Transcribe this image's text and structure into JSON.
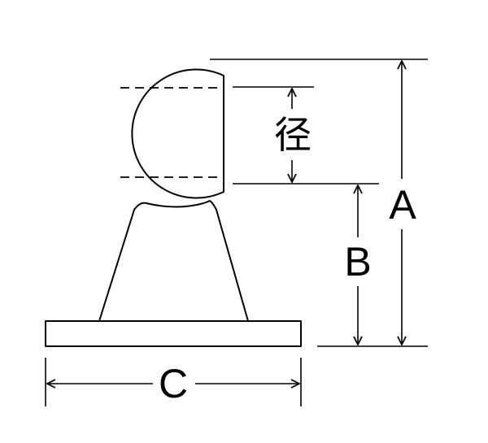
{
  "diagram": {
    "labels": {
      "diameter": "径",
      "a": "A",
      "b": "B",
      "c": "C"
    },
    "colors": {
      "line": "#000000",
      "background": "#ffffff"
    }
  }
}
